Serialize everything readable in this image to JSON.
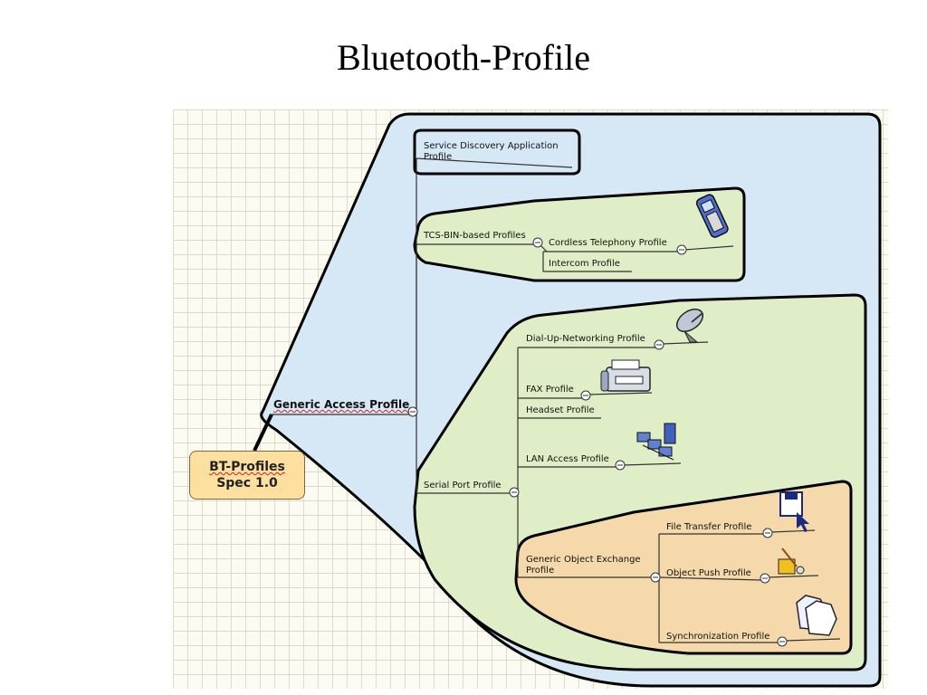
{
  "title": "Bluetooth-Profile",
  "root": {
    "line1": "BT-Profiles",
    "line2": "Spec 1.0"
  },
  "nodes": {
    "gap": "Generic Access Profile",
    "sdap_line1": "Service Discovery Application",
    "sdap_line2": "Profile",
    "tcs": "TCS-BIN-based Profiles",
    "ctp": "Cordless Telephony Profile",
    "icp": "Intercom Profile",
    "spp": "Serial Port Profile",
    "dun": "Dial-Up-Networking Profile",
    "fax": "FAX Profile",
    "headset": "Headset Profile",
    "lan": "LAN Access Profile",
    "goep_line1": "Generic Object Exchange",
    "goep_line2": "Profile",
    "ftp": "File Transfer Profile",
    "opp": "Object Push Profile",
    "sync": "Synchronization Profile"
  },
  "colors": {
    "gap_region": "#d6e8f5",
    "tcs_region": "#e0eec8",
    "spp_region": "#e0eec8",
    "goep_region": "#f6d9aa",
    "root_fill": "#fde0a0"
  },
  "icons": [
    "phone-icon",
    "satellite-dish-icon",
    "fax-icon",
    "lan-computers-icon",
    "floppy-disk-icon",
    "object-push-icon",
    "folders-icon"
  ]
}
